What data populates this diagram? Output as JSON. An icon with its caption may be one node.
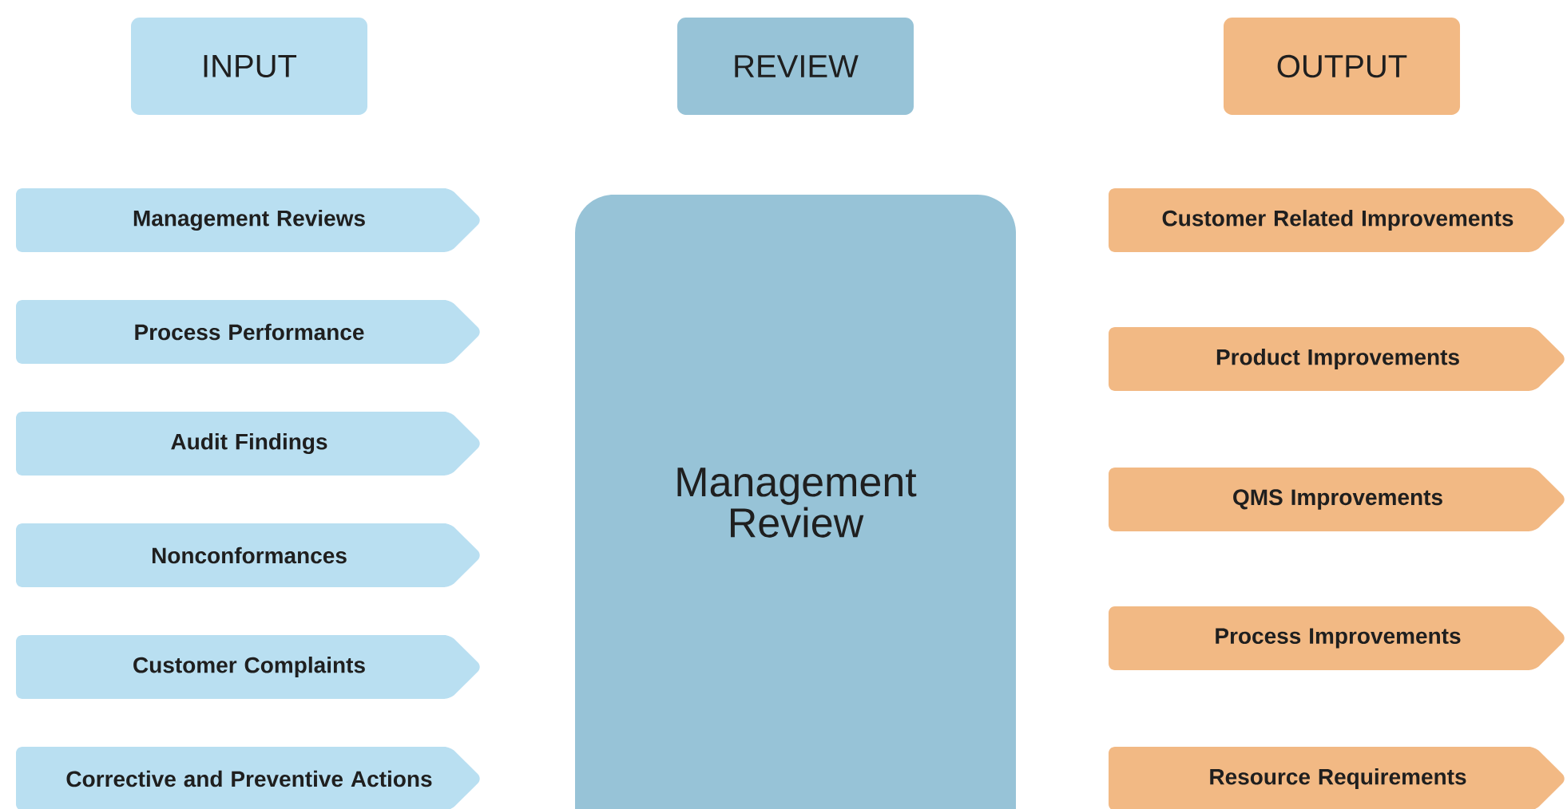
{
  "diagram": {
    "nodes": [
      {
        "text": [
          "INPUT"
        ]
      },
      {
        "text": [
          "REVIEW"
        ]
      },
      {
        "text": [
          "OUTPUT"
        ]
      },
      {
        "text": [
          "Management Reviews"
        ]
      },
      {
        "text": [
          "Process Performance"
        ]
      },
      {
        "text": [
          "Audit Findings"
        ]
      },
      {
        "text": [
          "Nonconformances"
        ]
      },
      {
        "text": [
          "Customer Complaints"
        ]
      },
      {
        "text": [
          "Corrective and Preventive Actions"
        ]
      },
      {
        "text": [
          "Management Review"
        ]
      },
      {
        "text": [
          "Customer Related Improvements"
        ]
      },
      {
        "text": [
          "Product Improvements"
        ]
      },
      {
        "text": [
          "QMS Improvements"
        ]
      },
      {
        "text": [
          "Process Improvements"
        ]
      },
      {
        "text": [
          "Resource Requirements"
        ]
      }
    ]
  }
}
